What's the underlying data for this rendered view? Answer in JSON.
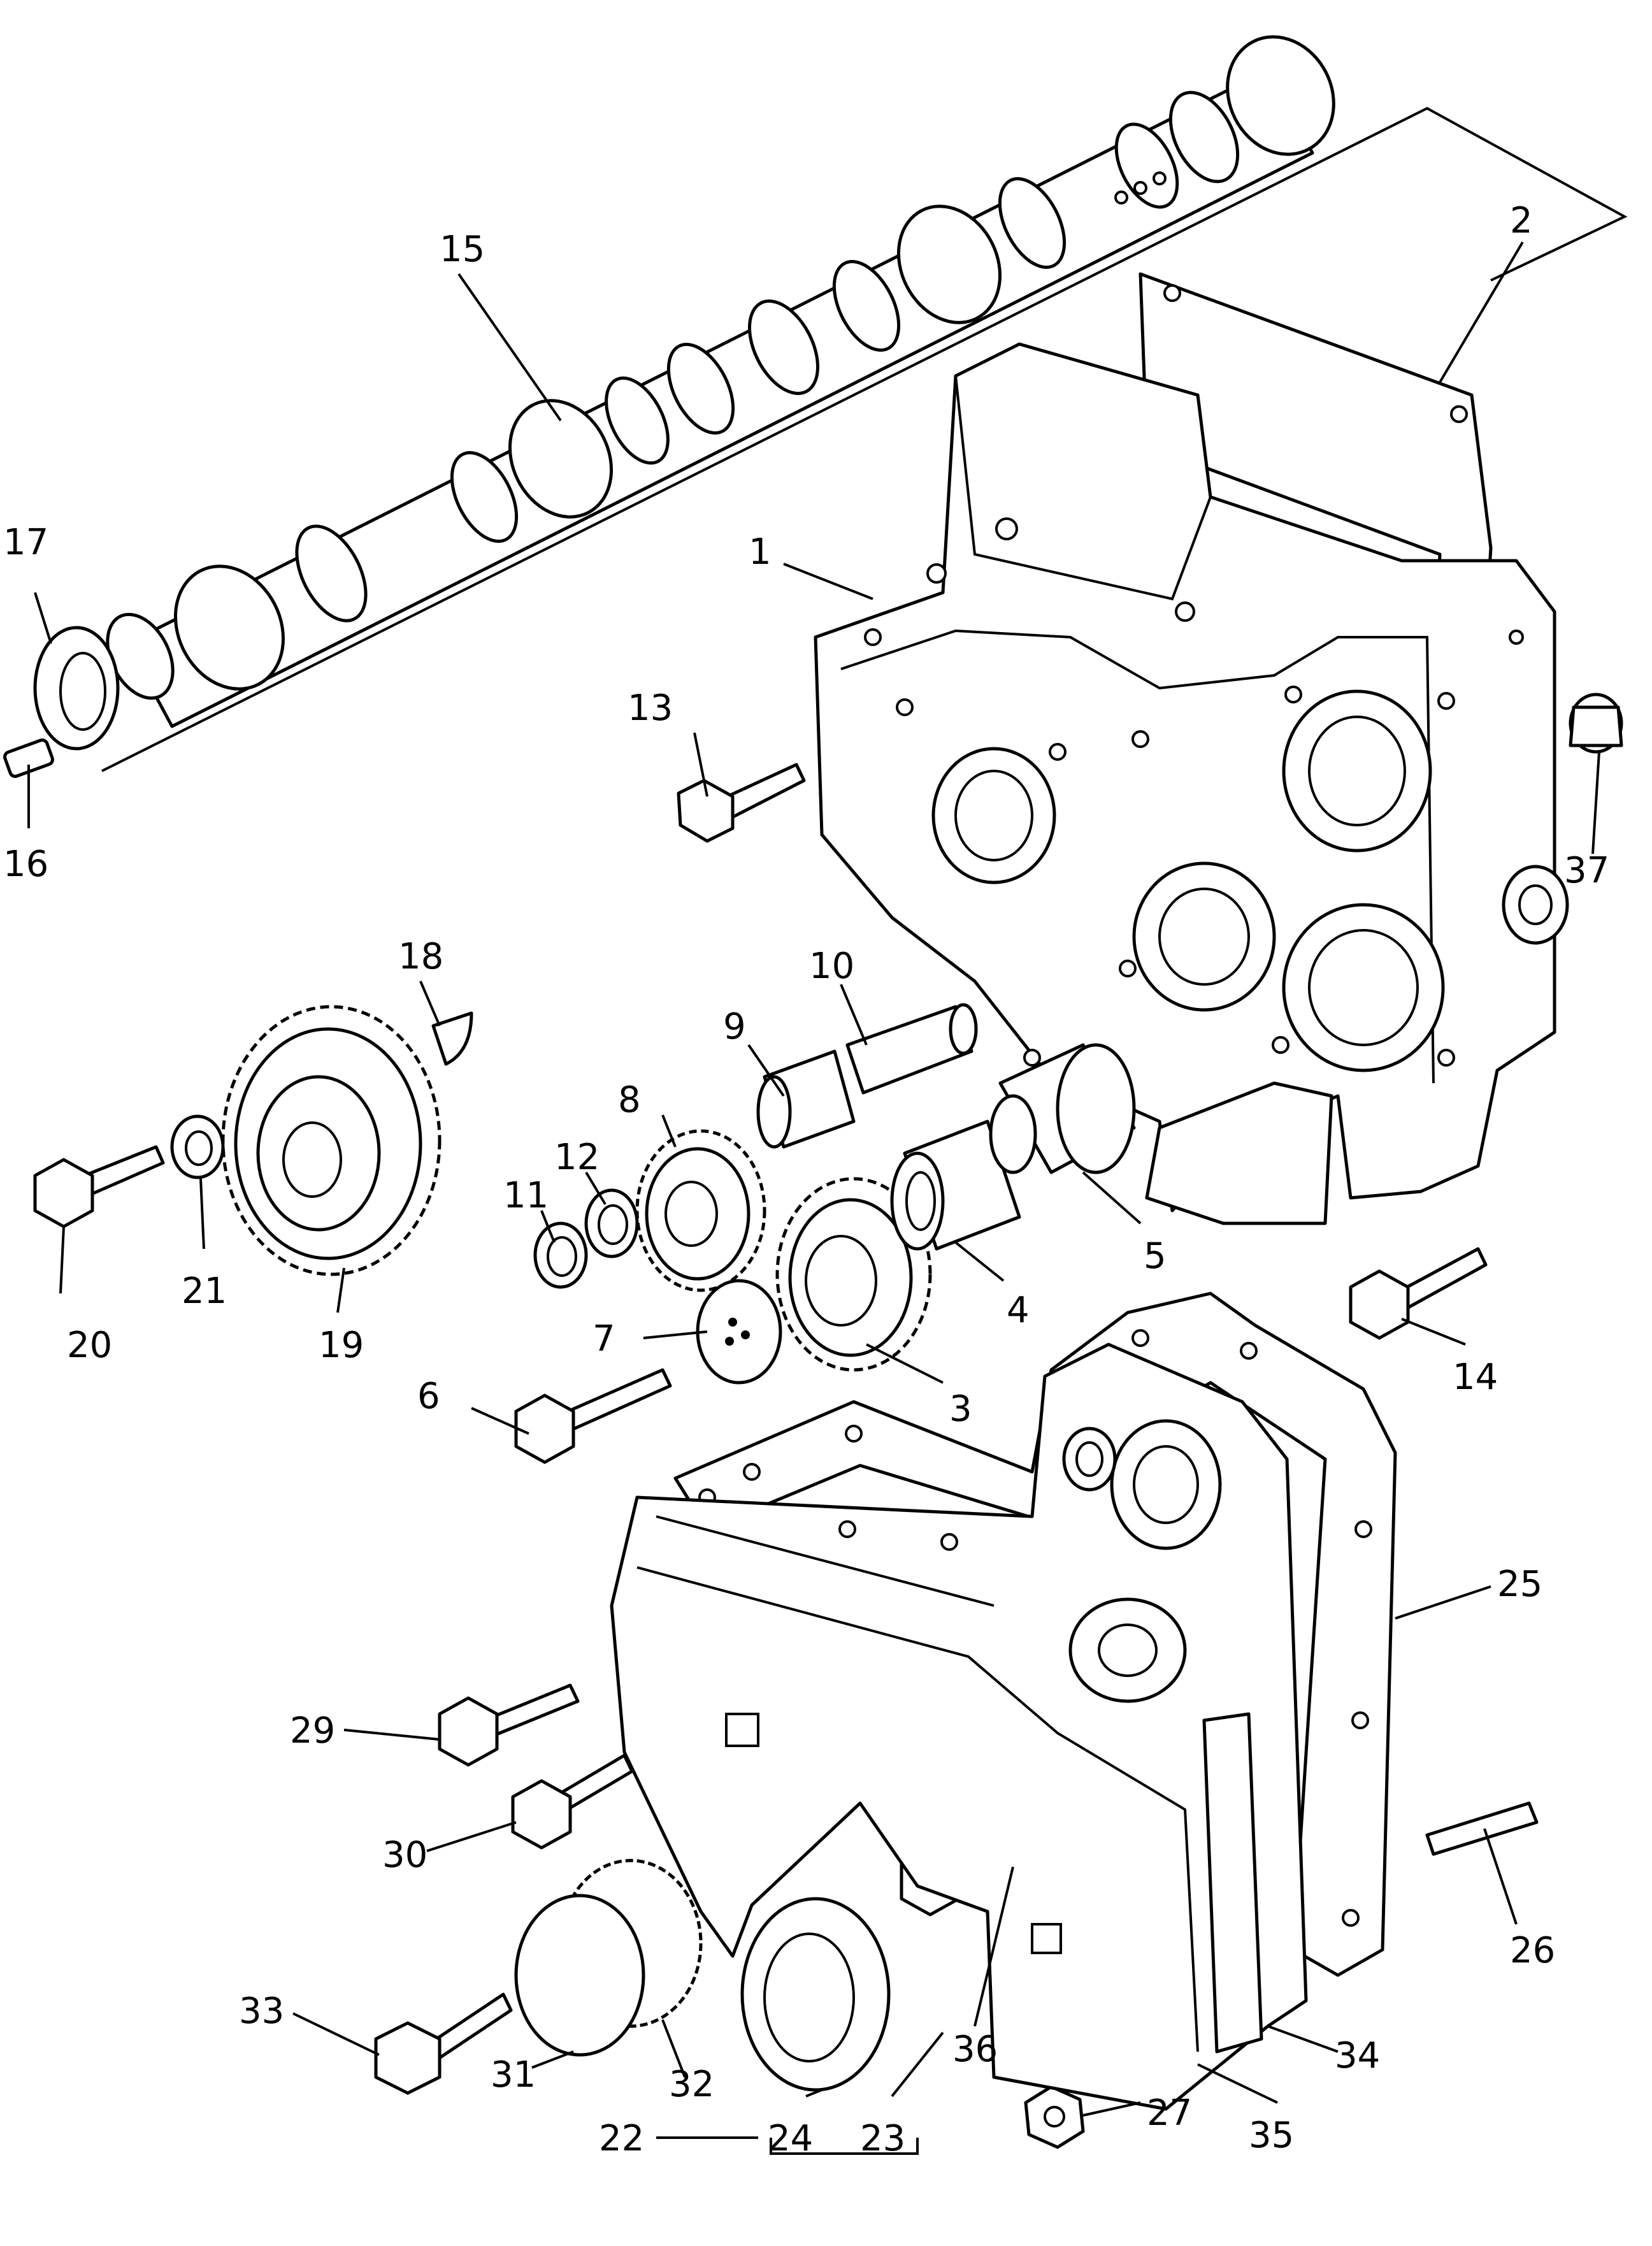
{
  "callouts": [
    {
      "id": "p1",
      "text": "1"
    },
    {
      "id": "p2",
      "text": "2"
    },
    {
      "id": "p3",
      "text": "3"
    },
    {
      "id": "p4",
      "text": "4"
    },
    {
      "id": "p5",
      "text": "5"
    },
    {
      "id": "p6",
      "text": "6"
    },
    {
      "id": "p7",
      "text": "7"
    },
    {
      "id": "p8",
      "text": "8"
    },
    {
      "id": "p9",
      "text": "9"
    },
    {
      "id": "p10",
      "text": "10"
    },
    {
      "id": "p11",
      "text": "11"
    },
    {
      "id": "p12",
      "text": "12"
    },
    {
      "id": "p13",
      "text": "13"
    },
    {
      "id": "p14",
      "text": "14"
    },
    {
      "id": "p15",
      "text": "15"
    },
    {
      "id": "p16",
      "text": "16"
    },
    {
      "id": "p17",
      "text": "17"
    },
    {
      "id": "p18",
      "text": "18"
    },
    {
      "id": "p19",
      "text": "19"
    },
    {
      "id": "p20",
      "text": "20"
    },
    {
      "id": "p21",
      "text": "21"
    },
    {
      "id": "p22",
      "text": "22"
    },
    {
      "id": "p23",
      "text": "23"
    },
    {
      "id": "p24",
      "text": "24"
    },
    {
      "id": "p25",
      "text": "25"
    },
    {
      "id": "p26",
      "text": "26"
    },
    {
      "id": "p27",
      "text": "27"
    },
    {
      "id": "p29",
      "text": "29"
    },
    {
      "id": "p30",
      "text": "30"
    },
    {
      "id": "p31",
      "text": "31"
    },
    {
      "id": "p32",
      "text": "32"
    },
    {
      "id": "p33",
      "text": "33"
    },
    {
      "id": "p34",
      "text": "34"
    },
    {
      "id": "p35",
      "text": "35"
    },
    {
      "id": "p36",
      "text": "36"
    },
    {
      "id": "p37",
      "text": "37"
    }
  ]
}
